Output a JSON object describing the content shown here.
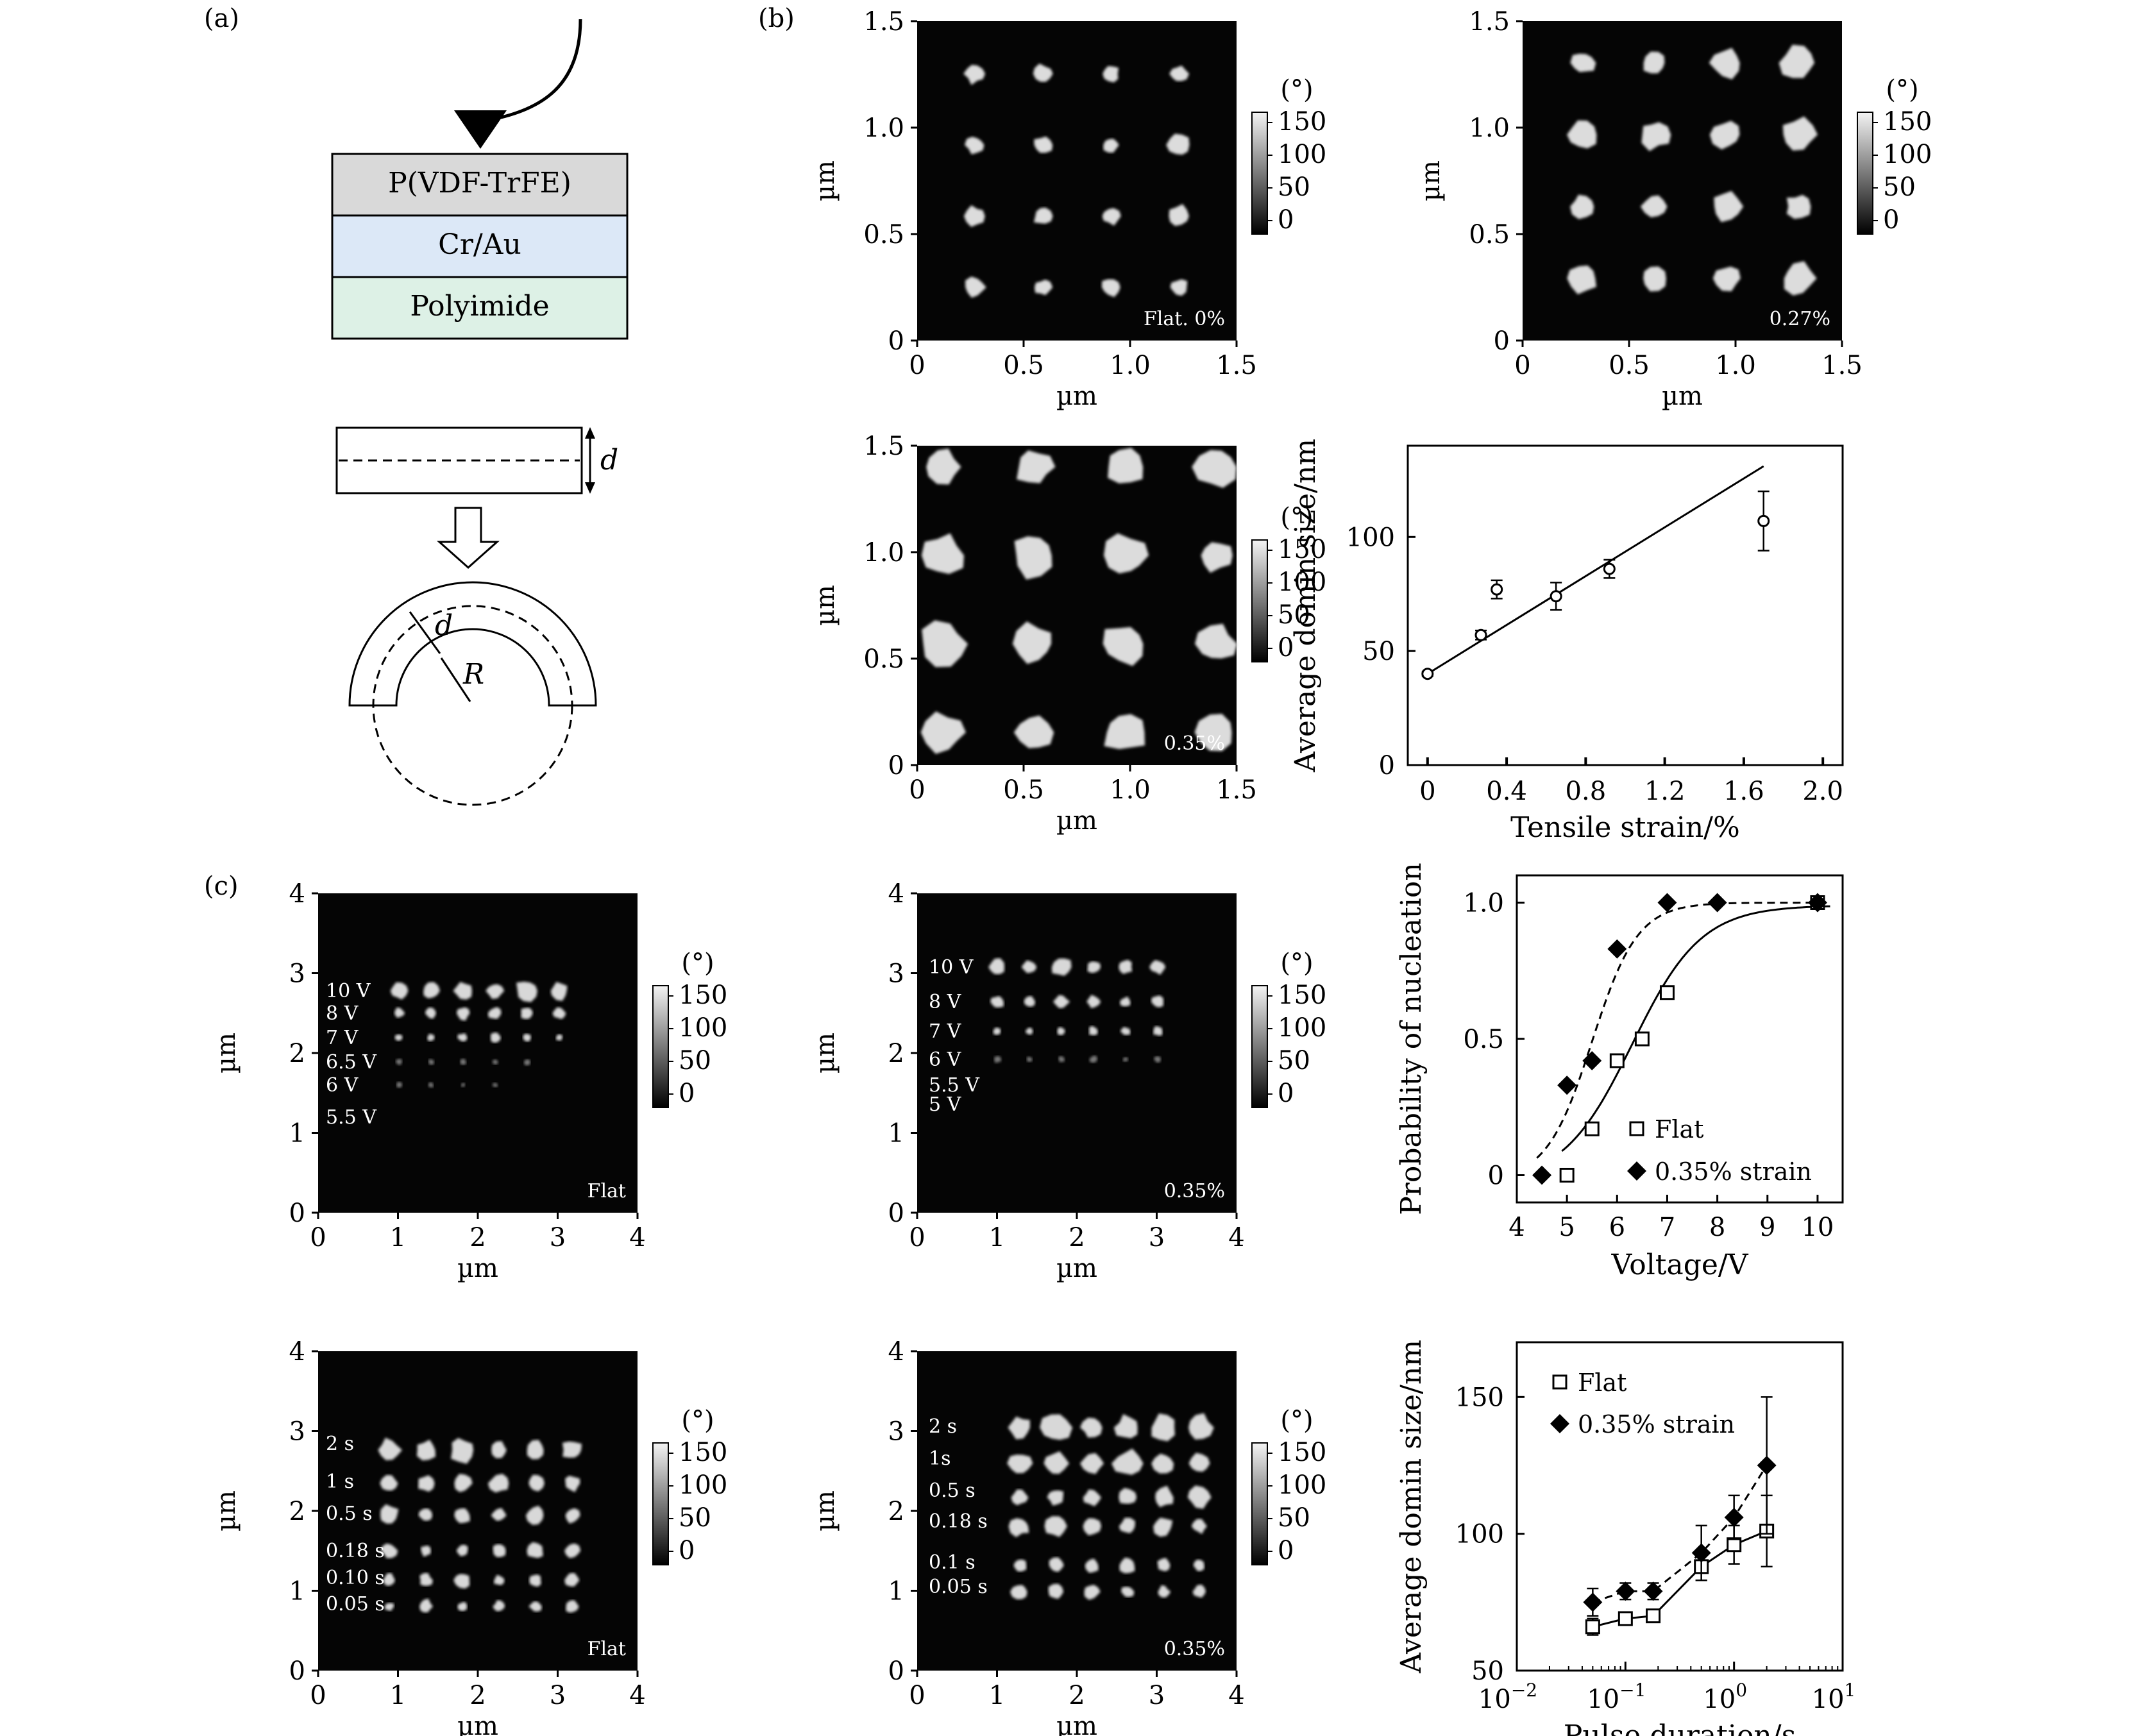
{
  "panel_labels": [
    "(a)",
    "(b)",
    "(c)"
  ],
  "schematic": {
    "layers": [
      "P(VDF-TrFE)",
      "Cr/Au",
      "Polyimide"
    ],
    "layer_colors": [
      "#d9d9d9",
      "#dce8f7",
      "#ddf1e6"
    ],
    "d_label": "d",
    "d_label_2": "d",
    "R_label": "R"
  },
  "common": {
    "axis_unit": "µm",
    "colorbar_unit": "(°)",
    "colorbar_ticks": [
      "150",
      "100",
      "50",
      "0"
    ]
  },
  "maps_b": [
    {
      "corner": "Flat. 0%"
    },
    {
      "corner": "0.27%"
    },
    {
      "corner": "0.35%"
    }
  ],
  "maps_b_ticks": [
    "0",
    "0.5",
    "1.0",
    "1.5"
  ],
  "maps_c_ticks": [
    "0",
    "1",
    "2",
    "3",
    "4"
  ],
  "maps_c": [
    {
      "corner": "Flat",
      "labels": [
        "10 V",
        "8 V",
        "7 V",
        "6.5 V",
        "6 V",
        "5.5 V"
      ]
    },
    {
      "corner": "0.35%",
      "labels": [
        "10 V",
        "8 V",
        "7 V",
        "6 V",
        "5.5 V",
        "5 V"
      ]
    },
    {
      "corner": "Flat",
      "labels": [
        "2 s",
        "1 s",
        "0.5 s",
        "0.18 s",
        "0.10 s",
        "0.05 s"
      ]
    },
    {
      "corner": "0.35%",
      "labels": [
        "2 s",
        "1s",
        "0.5 s",
        "0.18 s",
        "0.1 s",
        "0.05 s"
      ]
    }
  ],
  "chart_data": [
    {
      "type": "scatter",
      "xlabel": "Tensile strain/%",
      "ylabel": "Average domin size/nm",
      "xticks": [
        "0",
        "0.4",
        "0.8",
        "1.2",
        "1.6",
        "2.0"
      ],
      "yticks": [
        "0",
        "50",
        "100"
      ],
      "xlim": [
        -0.1,
        2.1
      ],
      "ylim": [
        0,
        140
      ],
      "points": [
        {
          "x": 0,
          "y": 40,
          "err": 1
        },
        {
          "x": 0.27,
          "y": 57,
          "err": 2
        },
        {
          "x": 0.35,
          "y": 77,
          "err": 4
        },
        {
          "x": 0.65,
          "y": 74,
          "err": 6
        },
        {
          "x": 0.92,
          "y": 86,
          "err": 4
        },
        {
          "x": 1.7,
          "y": 107,
          "err": 13
        }
      ],
      "fit_line": {
        "x": [
          0,
          1.7
        ],
        "y": [
          40,
          131
        ]
      }
    },
    {
      "type": "line",
      "xlabel": "Voltage/V",
      "ylabel": "Probability of nucleation",
      "xticks": [
        "4",
        "5",
        "6",
        "7",
        "8",
        "9",
        "10"
      ],
      "yticks": [
        "0",
        "0.5",
        "1.0"
      ],
      "xlim": [
        4,
        10.5
      ],
      "ylim": [
        -0.1,
        1.1
      ],
      "legend_position": "bottom-right",
      "series": [
        {
          "name": "Flat",
          "marker": "open-square",
          "line": "solid",
          "x": [
            5,
            5.5,
            6,
            6.5,
            7,
            10
          ],
          "y": [
            0,
            0.17,
            0.42,
            0.5,
            0.67,
            1.0
          ]
        },
        {
          "name": "0.35% strain",
          "marker": "filled-diamond",
          "line": "dashed",
          "x": [
            4.5,
            5,
            5.5,
            6,
            7,
            8,
            10
          ],
          "y": [
            0,
            0.33,
            0.42,
            0.83,
            1.0,
            1.0,
            1.0
          ]
        }
      ]
    },
    {
      "type": "line",
      "xlabel": "Pulse duration/s",
      "ylabel": "Average domin size/nm",
      "xscale": "log",
      "xticks": [
        "10^-2",
        "10^-1",
        "10^0",
        "10^1"
      ],
      "xtick_base": "10",
      "xtick_exps": [
        "−2",
        "−1",
        "0",
        "1"
      ],
      "yticks": [
        "50",
        "100",
        "150"
      ],
      "xlim": [
        0.01,
        10
      ],
      "ylim": [
        50,
        170
      ],
      "legend_position": "top-left",
      "series": [
        {
          "name": "Flat",
          "marker": "open-square",
          "line": "solid",
          "x": [
            0.05,
            0.1,
            0.18,
            0.5,
            1,
            2
          ],
          "y": [
            66,
            69,
            70,
            88,
            96,
            101
          ],
          "err": [
            3,
            2,
            2,
            5,
            7,
            13
          ]
        },
        {
          "name": "0.35% strain",
          "marker": "filled-diamond",
          "line": "dashed",
          "x": [
            0.05,
            0.1,
            0.18,
            0.5,
            1,
            2
          ],
          "y": [
            75,
            79,
            79,
            93,
            106,
            125
          ],
          "err": [
            5,
            3,
            3,
            10,
            8,
            25
          ]
        }
      ]
    }
  ]
}
